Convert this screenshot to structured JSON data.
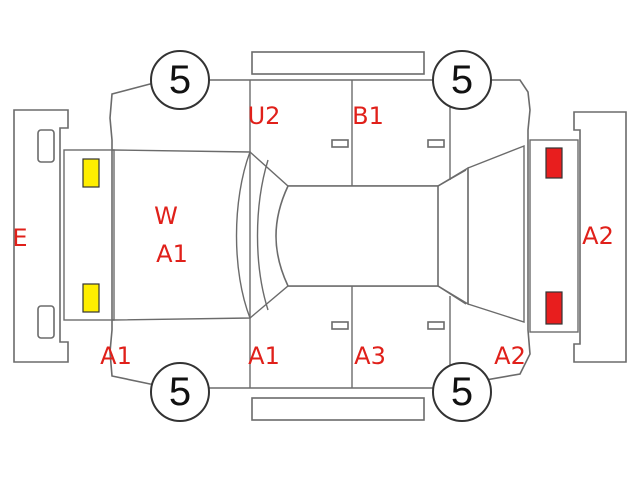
{
  "colors": {
    "code_text": "#e0201a",
    "headlight": "#ffee00",
    "taillight": "#e81e1e",
    "outline": "#6b6b6b"
  },
  "tires": {
    "front_left": "5",
    "rear_left": "5",
    "front_right": "5",
    "rear_right": "5"
  },
  "codes": {
    "front_bumper": "E",
    "hood_line1": "W",
    "hood_line2": "A1",
    "front_left_fender": "A1",
    "front_right_door": "U2",
    "rear_right_door": "B1",
    "front_left_door": "A1",
    "rear_left_door": "A3",
    "rear_left_fender": "A2",
    "rear_bumper": "A2"
  }
}
